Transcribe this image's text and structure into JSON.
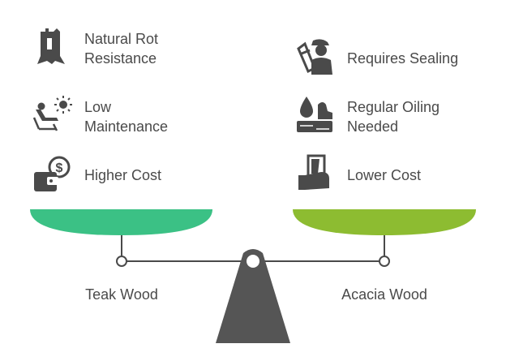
{
  "left": {
    "name": "Teak Wood",
    "color": "#3bc185",
    "items": [
      {
        "text": "Natural Rot\nResistance",
        "icon": "tree-stump-icon"
      },
      {
        "text": "Low\nMaintenance",
        "icon": "relaxing-in-sun-icon"
      },
      {
        "text": "Higher Cost",
        "icon": "wallet-dollar-icon"
      }
    ]
  },
  "right": {
    "name": "Acacia Wood",
    "color": "#8dbc31",
    "items": [
      {
        "text": "Requires Sealing",
        "icon": "worker-applying-sealant-icon"
      },
      {
        "text": "Regular Oiling\nNeeded",
        "icon": "oil-drop-on-wood-icon"
      },
      {
        "text": "Lower Cost",
        "icon": "hand-holding-money-icon"
      }
    ]
  },
  "colors": {
    "icon": "#4a4a4a",
    "beam": "#4a4a4a",
    "fulcrum": "#555555"
  }
}
